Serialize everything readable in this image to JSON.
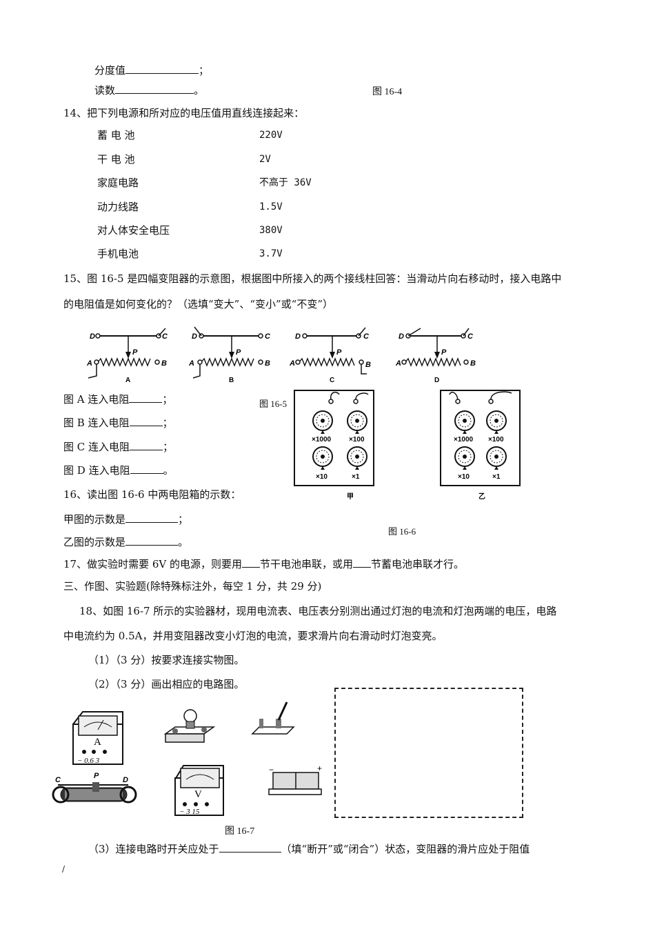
{
  "q13": {
    "scale_label": "分度值",
    "reading_label": "读数",
    "caption": "图 16-4"
  },
  "q14": {
    "prompt": "14、把下列电源和所对应的电压值用直线连接起来：",
    "sources": [
      "蓄 电 池",
      "干 电 池",
      "家庭电路",
      "动力线路",
      "对人体安全电压",
      "手机电池"
    ],
    "voltages": [
      "220V",
      "2V",
      "不高于 36V",
      "1.5V",
      "380V",
      "3.7V"
    ]
  },
  "q15": {
    "line1": "15、图 16-5 是四幅变阻器的示意图，根据图中所接入的两个接线柱回答：当滑动片向右移动时，接入电路中",
    "line2": "的电阻值是如何变化的？（选填“变大”、“变小”或“不变”）",
    "panel_labels": [
      "A",
      "B",
      "C",
      "D"
    ],
    "terminal_labels": {
      "d": "D",
      "c": "C",
      "a": "A",
      "b": "B",
      "p": "P"
    },
    "answers": [
      "图 A 连入电阻",
      "图 B 连入电阻",
      "图 C 连入电阻",
      "图 D 连入电阻"
    ],
    "caption": "图 16-5"
  },
  "q16": {
    "prompt": "16、读出图 16-6 中两电阻箱的示数：",
    "jia": "甲图的示数是",
    "yi": "乙图的示数是",
    "multipliers": [
      "×1000",
      "×100",
      "×10",
      "×1"
    ],
    "box_labels": [
      "甲",
      "乙"
    ],
    "caption": "图 16-6"
  },
  "q17": {
    "part1": "17、做实验时需要 6V 的电源，则要用",
    "part2": "节干电池串联，或用",
    "part3": "节蓄电池串联才行。"
  },
  "section3": "三、作图、实验题(除特殊标注外，每空 1 分，共 29 分)",
  "q18": {
    "line1": "18、如图 16-7 所示的实验器材，现用电流表、电压表分别测出通过灯泡的电流和灯泡两端的电压，电路",
    "line2": "中电流约为 0.5A，并用变阻器改变小灯泡的电流，要求滑片向右滑动时灯泡变亮。",
    "sub1": "（1）（3 分）按要求连接实物图。",
    "sub2": "（2）（3 分）画出相应的电路图。",
    "sub3a": "（3）连接电路时开关应处于",
    "sub3b": "（填“断开”或“闭合”）状态，变阻器的滑片应处于阻值",
    "ammeter": {
      "letter": "A",
      "terminals": "− 0.6 3"
    },
    "voltmeter": {
      "letter": "V",
      "terminals": "− 3 15"
    },
    "rheostat_labels": {
      "c": "C",
      "p": "P",
      "d": "D"
    },
    "battery_signs": {
      "neg": "−",
      "pos": "+"
    },
    "caption": "图 16-7"
  },
  "footer_mark": "/"
}
